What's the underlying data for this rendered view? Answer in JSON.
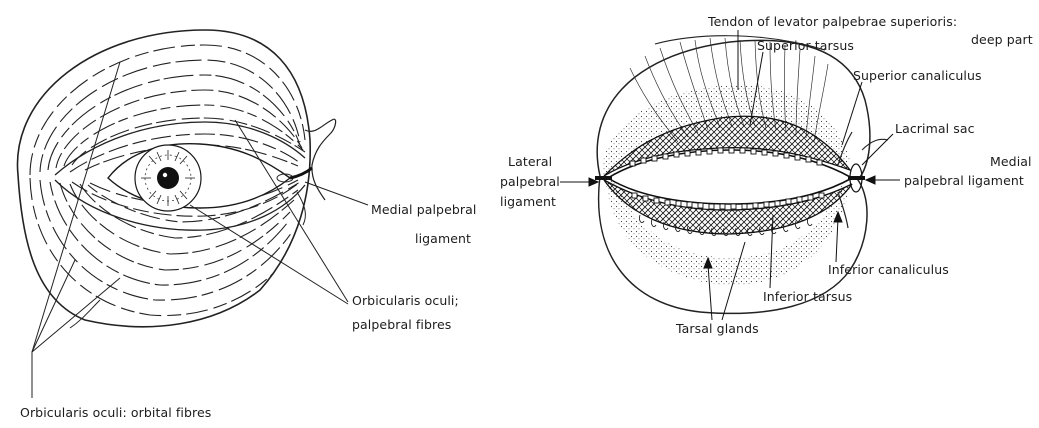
{
  "left_figure": {
    "labels": {
      "medial_palpebral_ligament_line1": "Medial palpebral",
      "medial_palpebral_ligament_line2": "ligament",
      "orbicularis_palpebral_line1": "Orbicularis oculi;",
      "orbicularis_palpebral_line2": "palpebral fibres",
      "orbicularis_orbital": "Orbicularis oculi: orbital fibres"
    }
  },
  "right_figure": {
    "labels": {
      "tendon_levator_line1": "Tendon of levator palpebrae superioris:",
      "tendon_levator_line2": "deep part",
      "superior_tarsus": "Superior tarsus",
      "superior_canaliculus": "Superior canaliculus",
      "lacrimal_sac": "Lacrimal sac",
      "medial_palpebral_line1": "Medial",
      "medial_palpebral_line2": "palpebral ligament",
      "lateral_palpebral_line1": "Lateral",
      "lateral_palpebral_line2": "palpebral",
      "lateral_palpebral_line3": "ligament",
      "inferior_canaliculus": "Inferior canaliculus",
      "inferior_tarsus": "Inferior tarsus",
      "tarsal_glands": "Tarsal glands"
    }
  }
}
